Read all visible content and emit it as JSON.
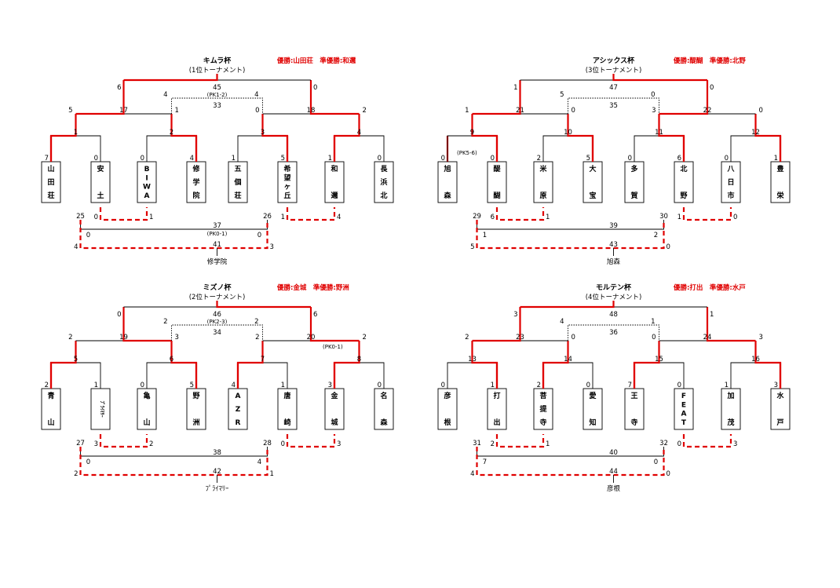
{
  "colors": {
    "win": "#e00000",
    "line": "#000000"
  },
  "brackets": [
    {
      "title": "キムラ杯",
      "subtitle": "(1位トーナメント)",
      "result": "優勝:山田荘　準優勝:和邇",
      "teams": [
        [
          "山",
          "田",
          "荘"
        ],
        [
          "安",
          "",
          "土"
        ],
        [
          "B",
          "I",
          "W",
          "A"
        ],
        [
          "修",
          "学",
          "院"
        ],
        [
          "五",
          "個",
          "荘"
        ],
        [
          "希",
          "望",
          "ヶ",
          "丘"
        ],
        [
          "和",
          "",
          "邇"
        ],
        [
          "長",
          "浜",
          "北"
        ]
      ],
      "team_win": [
        true,
        false,
        false,
        true,
        false,
        true,
        true,
        false
      ],
      "r1": [
        {
          "no": "1",
          "a": "7",
          "b": "0",
          "w": 0
        },
        {
          "no": "2",
          "a": "0",
          "b": "4",
          "w": 1
        },
        {
          "no": "3",
          "a": "1",
          "b": "5",
          "w": 1
        },
        {
          "no": "4",
          "a": "1",
          "b": "0",
          "w": 0
        }
      ],
      "r1_pk": [
        "",
        "",
        "",
        ""
      ],
      "semi": [
        {
          "no": "17",
          "a": "5",
          "b": "1",
          "w": 0
        },
        {
          "no": "18",
          "a": "0",
          "b": "2",
          "w": 1
        }
      ],
      "semi_pk": [
        "",
        ""
      ],
      "third": {
        "no": "33",
        "a": "4",
        "b": "4",
        "pk": "(PK1-2)"
      },
      "final": {
        "no": "45",
        "a": "6",
        "b": "0",
        "w": 0
      },
      "cons": [
        {
          "no": "25",
          "a": "0",
          "b": "1",
          "w": 1
        },
        {
          "no": "26",
          "a": "1",
          "b": "4",
          "w": 1
        }
      ],
      "cons_lower": {
        "no": "37",
        "a": "0",
        "b": "0",
        "pk": "(PK0-1)"
      },
      "cons_final": {
        "no": "41",
        "a": "4",
        "b": "3",
        "w": 0
      },
      "cons_winner": "修学院"
    },
    {
      "title": "アシックス杯",
      "subtitle": "(3位トーナメント)",
      "result": "優勝:醍醐　準優勝:北野",
      "teams": [
        [
          "旭",
          "",
          "森"
        ],
        [
          "醍",
          "",
          "醐"
        ],
        [
          "米",
          "",
          "原"
        ],
        [
          "大",
          "",
          "宝"
        ],
        [
          "多",
          "",
          "賀"
        ],
        [
          "北",
          "",
          "野"
        ],
        [
          "八",
          "日",
          "市"
        ],
        [
          "豊",
          "",
          "栄"
        ]
      ],
      "team_win": [
        true,
        true,
        false,
        true,
        false,
        true,
        false,
        true
      ],
      "r1": [
        {
          "no": "9",
          "a": "0",
          "b": "0",
          "w": 1
        },
        {
          "no": "10",
          "a": "2",
          "b": "5",
          "w": 1
        },
        {
          "no": "11",
          "a": "0",
          "b": "6",
          "w": 1
        },
        {
          "no": "12",
          "a": "0",
          "b": "1",
          "w": 1
        }
      ],
      "r1_pk": [
        "(PK5-6)",
        "",
        "",
        ""
      ],
      "semi": [
        {
          "no": "21",
          "a": "1",
          "b": "0",
          "w": 0
        },
        {
          "no": "22",
          "a": "3",
          "b": "0",
          "w": 0
        }
      ],
      "semi_pk": [
        "",
        ""
      ],
      "third": {
        "no": "35",
        "a": "5",
        "b": "0",
        "pk": ""
      },
      "final": {
        "no": "47",
        "a": "1",
        "b": "0",
        "w": 1
      },
      "cons": [
        {
          "no": "29",
          "a": "6",
          "b": "1",
          "w": 0
        },
        {
          "no": "30",
          "a": "1",
          "b": "0",
          "w": 0
        }
      ],
      "cons_lower": {
        "no": "39",
        "a": "1",
        "b": "2",
        "pk": ""
      },
      "cons_final": {
        "no": "43",
        "a": "5",
        "b": "0",
        "w": 0
      },
      "cons_winner": "旭森"
    },
    {
      "title": "ミズノ杯",
      "subtitle": "(2位トーナメント)",
      "result": "優勝:金城　準優勝:野洲",
      "teams": [
        [
          "青",
          "",
          "山"
        ],
        [
          "ﾌﾟﾗｲﾏﾘｰ"
        ],
        [
          "亀",
          "",
          "山"
        ],
        [
          "野",
          "",
          "洲"
        ],
        [
          "A",
          "Z",
          "R"
        ],
        [
          "唐",
          "",
          "崎"
        ],
        [
          "金",
          "",
          "城"
        ],
        [
          "名",
          "",
          "森"
        ]
      ],
      "team_win": [
        true,
        false,
        false,
        true,
        true,
        false,
        true,
        false
      ],
      "r1": [
        {
          "no": "5",
          "a": "2",
          "b": "1",
          "w": 0
        },
        {
          "no": "6",
          "a": "0",
          "b": "5",
          "w": 1
        },
        {
          "no": "7",
          "a": "4",
          "b": "1",
          "w": 0
        },
        {
          "no": "8",
          "a": "3",
          "b": "0",
          "w": 0
        }
      ],
      "r1_pk": [
        "",
        "",
        "",
        ""
      ],
      "semi": [
        {
          "no": "19",
          "a": "2",
          "b": "3",
          "w": 1
        },
        {
          "no": "20",
          "a": "2",
          "b": "2",
          "w": 1
        }
      ],
      "semi_pk": [
        "",
        "(PK0-1)"
      ],
      "third": {
        "no": "34",
        "a": "2",
        "b": "2",
        "pk": "(PK2-3)"
      },
      "final": {
        "no": "46",
        "a": "0",
        "b": "6",
        "w": 1
      },
      "cons": [
        {
          "no": "27",
          "a": "3",
          "b": "2",
          "w": 0
        },
        {
          "no": "28",
          "a": "0",
          "b": "3",
          "w": 1
        }
      ],
      "cons_lower": {
        "no": "38",
        "a": "0",
        "b": "4",
        "pk": ""
      },
      "cons_final": {
        "no": "42",
        "a": "2",
        "b": "1",
        "w": 0
      },
      "cons_winner": "ﾌﾟﾗｲﾏﾘｰ"
    },
    {
      "title": "モルテン杯",
      "subtitle": "(4位トーナメント)",
      "result": "優勝:打出　準優勝:水戸",
      "teams": [
        [
          "彦",
          "",
          "根"
        ],
        [
          "打",
          "",
          "出"
        ],
        [
          "菩",
          "提",
          "寺"
        ],
        [
          "愛",
          "",
          "知"
        ],
        [
          "王",
          "",
          "寺"
        ],
        [
          "F",
          "E",
          "A",
          "T"
        ],
        [
          "加",
          "",
          "茂"
        ],
        [
          "水",
          "",
          "戸"
        ]
      ],
      "team_win": [
        false,
        true,
        true,
        false,
        true,
        false,
        false,
        true
      ],
      "r1": [
        {
          "no": "13",
          "a": "0",
          "b": "1",
          "w": 1
        },
        {
          "no": "14",
          "a": "2",
          "b": "0",
          "w": 0
        },
        {
          "no": "15",
          "a": "7",
          "b": "0",
          "w": 0
        },
        {
          "no": "16",
          "a": "1",
          "b": "3",
          "w": 1
        }
      ],
      "r1_pk": [
        "",
        "",
        "",
        ""
      ],
      "semi": [
        {
          "no": "23",
          "a": "2",
          "b": "0",
          "w": 0
        },
        {
          "no": "24",
          "a": "0",
          "b": "3",
          "w": 1
        }
      ],
      "semi_pk": [
        "",
        ""
      ],
      "third": {
        "no": "36",
        "a": "4",
        "b": "1",
        "pk": ""
      },
      "final": {
        "no": "48",
        "a": "3",
        "b": "1",
        "w": 0
      },
      "cons": [
        {
          "no": "31",
          "a": "2",
          "b": "1",
          "w": 0
        },
        {
          "no": "32",
          "a": "0",
          "b": "3",
          "w": 1
        }
      ],
      "cons_lower": {
        "no": "40",
        "a": "7",
        "b": "0",
        "pk": ""
      },
      "cons_final": {
        "no": "44",
        "a": "4",
        "b": "0",
        "w": 0
      },
      "cons_winner": "彦根"
    }
  ]
}
